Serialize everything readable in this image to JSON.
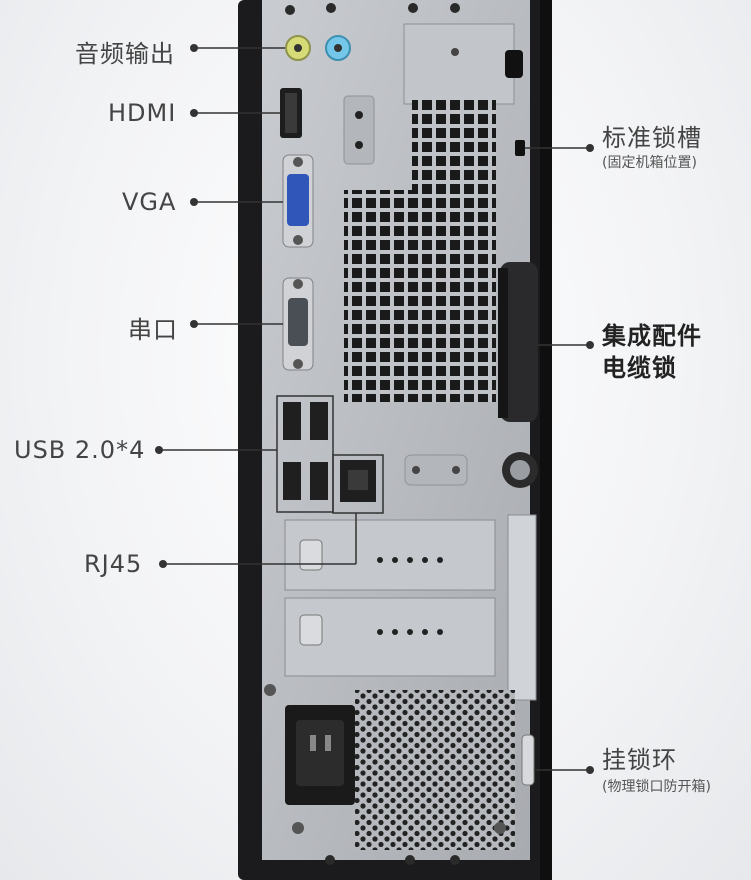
{
  "labels": {
    "audio": "音频输出",
    "hdmi": "HDMI",
    "vga": "VGA",
    "serial": "串口",
    "usb": "USB 2.0*4",
    "rj45": "RJ45",
    "lock_slot": "标准锁槽",
    "lock_slot_sub": "(固定机箱位置)",
    "cable_lock_line1": "集成配件",
    "cable_lock_line2": "电缆锁",
    "padlock": "挂锁环",
    "padlock_sub": "(物理锁口防开箱)"
  },
  "colors": {
    "chassis": "#1c1c1e",
    "panel": "#b9bcc0",
    "audio_green": "#c9d16b",
    "audio_blue": "#6cc3e6",
    "vga_blue": "#2f56b8"
  }
}
